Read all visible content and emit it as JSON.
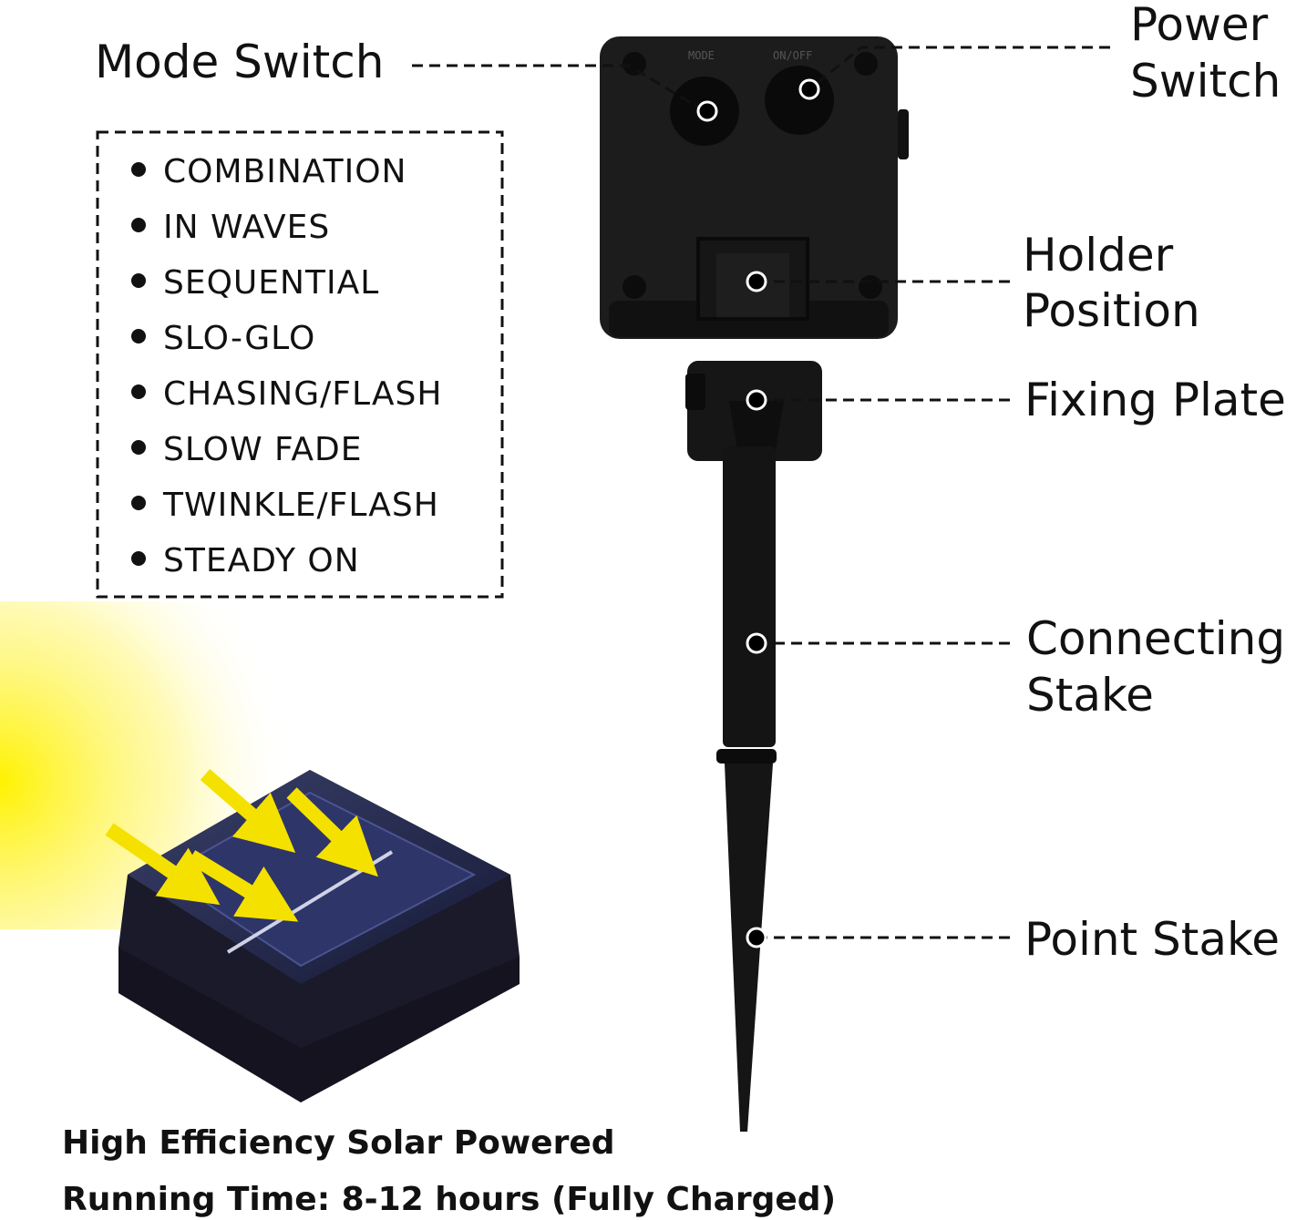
{
  "labels": {
    "mode_switch": "Mode Switch",
    "power_switch": [
      "Power",
      "Switch"
    ],
    "holder_position": [
      "Holder",
      "Position"
    ],
    "fixing_plate": "Fixing Plate",
    "connecting_stake": [
      "Connecting",
      "Stake"
    ],
    "point_stake": "Point Stake"
  },
  "device_markings": {
    "mode": "MODE",
    "on_off": "ON/OFF"
  },
  "modes": [
    "COMBINATION",
    "IN WAVES",
    "SEQUENTIAL",
    "SLO-GLO",
    "CHASING/FLASH",
    "SLOW FADE",
    "TWINKLE/FLASH",
    "STEADY ON"
  ],
  "footer": {
    "line1": "High Efficiency Solar Powered",
    "line2": "Running Time: 8-12 hours (Fully Charged)"
  },
  "colors": {
    "sun": "#f5e100",
    "device": "#1a1a1a",
    "panel": "#23223a"
  }
}
